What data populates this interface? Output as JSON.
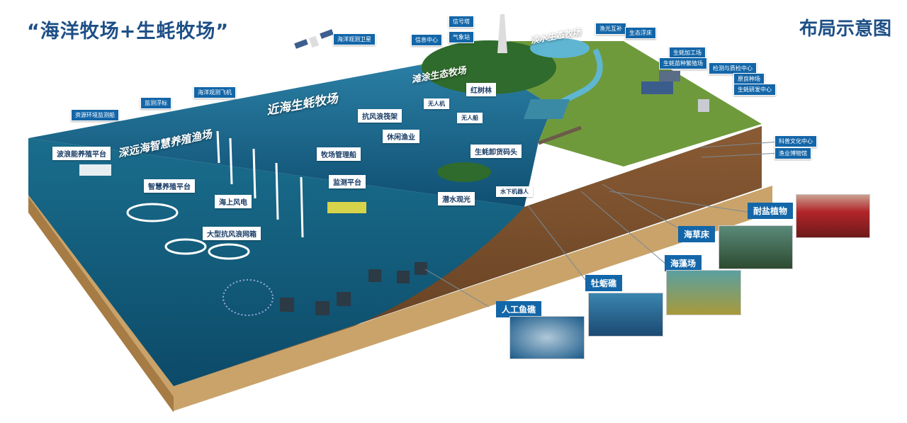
{
  "header": {
    "title": "“海洋牧场+生蚝牧场”",
    "legend_title": "布局示意图"
  },
  "zones": {
    "deep_sea": "深远海智慧养殖渔场",
    "nearshore": "近海生蚝牧场",
    "tidal_flat": "滩涂生态牧场",
    "freshwater": "淡水生态牧场"
  },
  "labels": {
    "satellite": "海洋观测卫星",
    "signal_tower": "信号塔",
    "info_center": "信息中心",
    "weather_station": "气象站",
    "fishery_solar": "渔光互补",
    "eco_float_bed": "生态浮床",
    "processing": "生蚝加工场",
    "breeding": "生蚝苗种繁殖场",
    "testing": "检测与质检中心",
    "seed_farm": "原良种场",
    "rnd": "生蚝研发中心",
    "science_center": "科普文化中心",
    "museum": "渔业博物馆",
    "monitor_ship": "资源环境监测船",
    "monitor_buoy": "监测浮标",
    "obs_plane": "海洋观测飞机",
    "drone": "无人机",
    "usv": "无人船",
    "underwater_robot": "水下机器人",
    "wave_platform": "波浪能养殖平台",
    "smart_platform": "智慧养殖平台",
    "wind_power": "海上风电",
    "large_cage": "大型抗风浪网箱",
    "raft": "抗风浪筏架",
    "leisure_fishery": "休闲渔业",
    "mgmt_ship": "牧场管理船",
    "monitor_platform": "监测平台",
    "mangrove": "红树林",
    "dock": "生蚝卸货码头",
    "diving": "潜水观光",
    "salt_plants": "耐盐植物",
    "seagrass": "海草床",
    "seaweed": "海藻场",
    "oyster_reef": "牡蛎礁",
    "artificial_reef": "人工鱼礁"
  },
  "colors": {
    "brand": "#1d4f86",
    "tag": "#1366a8",
    "water": "#1a6a8e",
    "land": "#6f9a3c",
    "soil": "#7a5232"
  }
}
